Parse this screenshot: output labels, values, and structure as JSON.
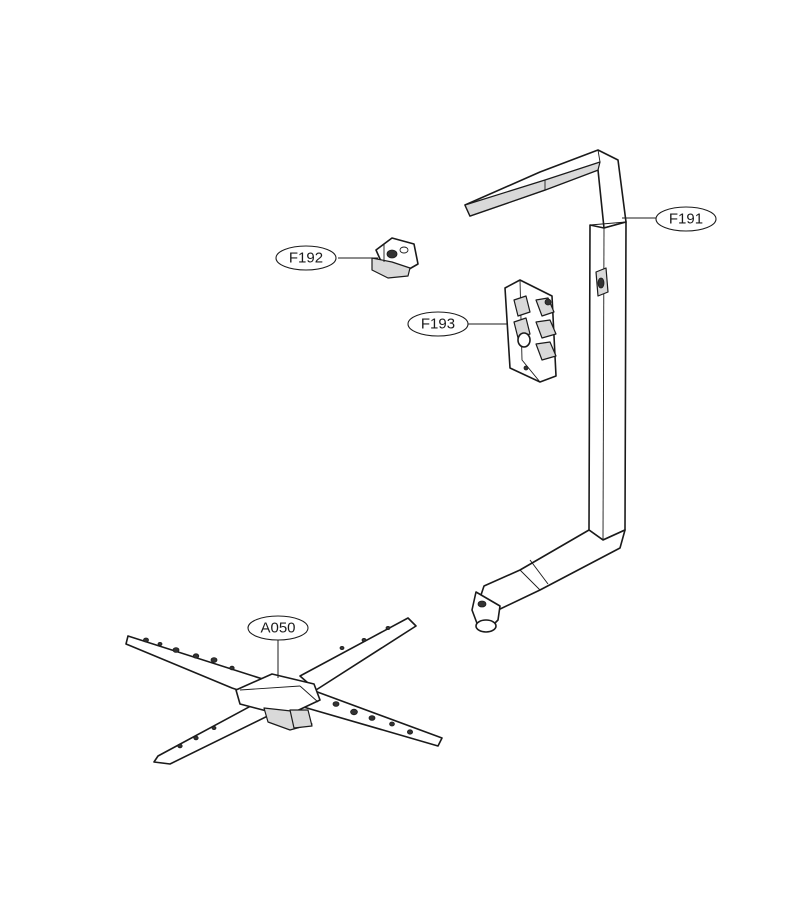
{
  "callouts": {
    "f191": "F191",
    "f192": "F192",
    "f193": "F193",
    "a050": "A050"
  }
}
